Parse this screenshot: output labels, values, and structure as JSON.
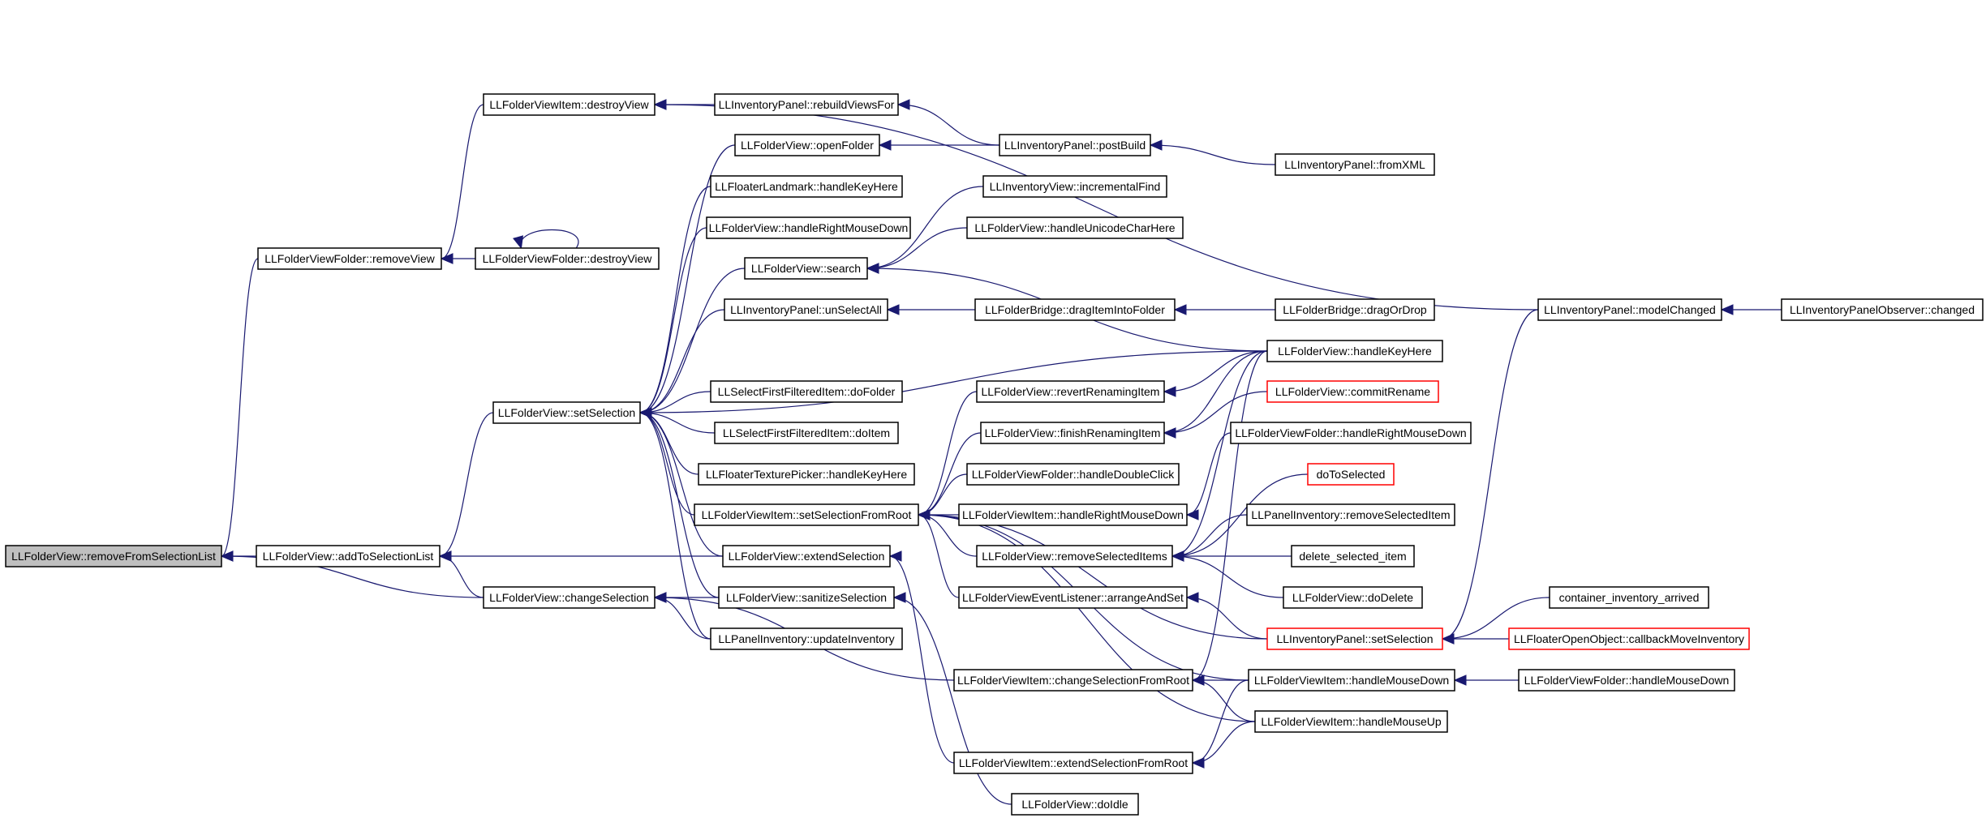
{
  "graph": {
    "nodes": [
      {
        "id": "removeFromSelectionList",
        "label": "LLFolderView::removeFromSelectionList",
        "style": "focus"
      },
      {
        "id": "removeView",
        "label": "LLFolderViewFolder::removeView"
      },
      {
        "id": "addToSelectionList",
        "label": "LLFolderView::addToSelectionList"
      },
      {
        "id": "changeSelection",
        "label": "LLFolderView::changeSelection"
      },
      {
        "id": "destroyView",
        "label": "LLFolderViewItem::destroyView"
      },
      {
        "id": "destroyViewFolder",
        "label": "LLFolderViewFolder::destroyView"
      },
      {
        "id": "setSelection",
        "label": "LLFolderView::setSelection"
      },
      {
        "id": "rebuildViewsFor",
        "label": "LLInventoryPanel::rebuildViewsFor"
      },
      {
        "id": "openFolder",
        "label": "LLFolderView::openFolder"
      },
      {
        "id": "landmarkHandleKeyHere",
        "label": "LLFloaterLandmark::handleKeyHere"
      },
      {
        "id": "fvHandleRightMouseDown",
        "label": "LLFolderView::handleRightMouseDown"
      },
      {
        "id": "search",
        "label": "LLFolderView::search"
      },
      {
        "id": "unSelectAll",
        "label": "LLInventoryPanel::unSelectAll"
      },
      {
        "id": "doFolder",
        "label": "LLSelectFirstFilteredItem::doFolder"
      },
      {
        "id": "doItem",
        "label": "LLSelectFirstFilteredItem::doItem"
      },
      {
        "id": "texturePickerHandleKeyHere",
        "label": "LLFloaterTexturePicker::handleKeyHere"
      },
      {
        "id": "setSelectionFromRoot",
        "label": "LLFolderViewItem::setSelectionFromRoot"
      },
      {
        "id": "extendSelection",
        "label": "LLFolderView::extendSelection"
      },
      {
        "id": "sanitizeSelection",
        "label": "LLFolderView::sanitizeSelection"
      },
      {
        "id": "updateInventory",
        "label": "LLPanelInventory::updateInventory"
      },
      {
        "id": "postBuild",
        "label": "LLInventoryPanel::postBuild"
      },
      {
        "id": "incrementalFind",
        "label": "LLInventoryView::incrementalFind"
      },
      {
        "id": "handleUnicodeCharHere",
        "label": "LLFolderView::handleUnicodeCharHere"
      },
      {
        "id": "dragItemIntoFolder",
        "label": "LLFolderBridge::dragItemIntoFolder"
      },
      {
        "id": "revertRenamingItem",
        "label": "LLFolderView::revertRenamingItem"
      },
      {
        "id": "finishRenamingItem",
        "label": "LLFolderView::finishRenamingItem"
      },
      {
        "id": "handleDoubleClick",
        "label": "LLFolderViewFolder::handleDoubleClick"
      },
      {
        "id": "fviHandleRightMouseDown",
        "label": "LLFolderViewItem::handleRightMouseDown"
      },
      {
        "id": "removeSelectedItems",
        "label": "LLFolderView::removeSelectedItems"
      },
      {
        "id": "arrangeAndSet",
        "label": "LLFolderViewEventListener::arrangeAndSet"
      },
      {
        "id": "changeSelectionFromRoot",
        "label": "LLFolderViewItem::changeSelectionFromRoot"
      },
      {
        "id": "extendSelectionFromRoot",
        "label": "LLFolderViewItem::extendSelectionFromRoot"
      },
      {
        "id": "doIdle",
        "label": "LLFolderView::doIdle"
      },
      {
        "id": "fromXML",
        "label": "LLInventoryPanel::fromXML"
      },
      {
        "id": "dragOrDrop",
        "label": "LLFolderBridge::dragOrDrop"
      },
      {
        "id": "handleKeyHere",
        "label": "LLFolderView::handleKeyHere"
      },
      {
        "id": "commitRename",
        "label": "LLFolderView::commitRename",
        "style": "red"
      },
      {
        "id": "fvfHandleRightMouseDown",
        "label": "LLFolderViewFolder::handleRightMouseDown"
      },
      {
        "id": "doToSelected",
        "label": "doToSelected",
        "style": "red"
      },
      {
        "id": "removeSelectedItem",
        "label": "LLPanelInventory::removeSelectedItem"
      },
      {
        "id": "deleteSelectedItem",
        "label": "delete_selected_item"
      },
      {
        "id": "doDelete",
        "label": "LLFolderView::doDelete"
      },
      {
        "id": "ipSetSelection",
        "label": "LLInventoryPanel::setSelection",
        "style": "red"
      },
      {
        "id": "handleMouseDown",
        "label": "LLFolderViewItem::handleMouseDown"
      },
      {
        "id": "handleMouseUp",
        "label": "LLFolderViewItem::handleMouseUp"
      },
      {
        "id": "modelChanged",
        "label": "LLInventoryPanel::modelChanged"
      },
      {
        "id": "containerInventoryArrived",
        "label": "container_inventory_arrived"
      },
      {
        "id": "callbackMoveInventory",
        "label": "LLFloaterOpenObject::callbackMoveInventory",
        "style": "red"
      },
      {
        "id": "fvfHandleMouseDown",
        "label": "LLFolderViewFolder::handleMouseDown"
      },
      {
        "id": "observerChanged",
        "label": "LLInventoryPanelObserver::changed"
      }
    ],
    "edges": [
      [
        "removeView",
        "removeFromSelectionList"
      ],
      [
        "addToSelectionList",
        "removeFromSelectionList"
      ],
      [
        "changeSelection",
        "removeFromSelectionList"
      ],
      [
        "destroyView",
        "removeView"
      ],
      [
        "destroyViewFolder",
        "removeView"
      ],
      [
        "destroyViewFolder",
        "destroyViewFolder"
      ],
      [
        "setSelection",
        "addToSelectionList"
      ],
      [
        "changeSelection",
        "addToSelectionList"
      ],
      [
        "extendSelection",
        "addToSelectionList"
      ],
      [
        "rebuildViewsFor",
        "destroyView"
      ],
      [
        "modelChanged",
        "destroyView"
      ],
      [
        "openFolder",
        "setSelection"
      ],
      [
        "landmarkHandleKeyHere",
        "setSelection"
      ],
      [
        "fvHandleRightMouseDown",
        "setSelection"
      ],
      [
        "search",
        "setSelection"
      ],
      [
        "unSelectAll",
        "setSelection"
      ],
      [
        "handleKeyHere",
        "setSelection"
      ],
      [
        "doFolder",
        "setSelection"
      ],
      [
        "doItem",
        "setSelection"
      ],
      [
        "texturePickerHandleKeyHere",
        "setSelection"
      ],
      [
        "setSelectionFromRoot",
        "setSelection"
      ],
      [
        "extendSelection",
        "setSelection"
      ],
      [
        "sanitizeSelection",
        "setSelection"
      ],
      [
        "updateInventory",
        "setSelection"
      ],
      [
        "sanitizeSelection",
        "changeSelection"
      ],
      [
        "updateInventory",
        "changeSelection"
      ],
      [
        "changeSelectionFromRoot",
        "changeSelection"
      ],
      [
        "postBuild",
        "rebuildViewsFor"
      ],
      [
        "postBuild",
        "openFolder"
      ],
      [
        "fromXML",
        "postBuild"
      ],
      [
        "incrementalFind",
        "search"
      ],
      [
        "handleUnicodeCharHere",
        "search"
      ],
      [
        "handleKeyHere",
        "search"
      ],
      [
        "dragItemIntoFolder",
        "unSelectAll"
      ],
      [
        "dragOrDrop",
        "dragItemIntoFolder"
      ],
      [
        "revertRenamingItem",
        "setSelectionFromRoot"
      ],
      [
        "finishRenamingItem",
        "setSelectionFromRoot"
      ],
      [
        "handleDoubleClick",
        "setSelectionFromRoot"
      ],
      [
        "fviHandleRightMouseDown",
        "setSelectionFromRoot"
      ],
      [
        "removeSelectedItems",
        "setSelectionFromRoot"
      ],
      [
        "arrangeAndSet",
        "setSelectionFromRoot"
      ],
      [
        "handleMouseDown",
        "setSelectionFromRoot"
      ],
      [
        "handleMouseUp",
        "setSelectionFromRoot"
      ],
      [
        "ipSetSelection",
        "setSelectionFromRoot"
      ],
      [
        "extendSelectionFromRoot",
        "extendSelection"
      ],
      [
        "doIdle",
        "sanitizeSelection"
      ],
      [
        "handleKeyHere",
        "revertRenamingItem"
      ],
      [
        "handleKeyHere",
        "finishRenamingItem"
      ],
      [
        "commitRename",
        "finishRenamingItem"
      ],
      [
        "fvfHandleRightMouseDown",
        "fviHandleRightMouseDown"
      ],
      [
        "doToSelected",
        "removeSelectedItems"
      ],
      [
        "removeSelectedItem",
        "removeSelectedItems"
      ],
      [
        "deleteSelectedItem",
        "removeSelectedItems"
      ],
      [
        "doDelete",
        "removeSelectedItems"
      ],
      [
        "handleKeyHere",
        "removeSelectedItems"
      ],
      [
        "ipSetSelection",
        "arrangeAndSet"
      ],
      [
        "handleMouseDown",
        "changeSelectionFromRoot"
      ],
      [
        "handleMouseUp",
        "changeSelectionFromRoot"
      ],
      [
        "handleKeyHere",
        "changeSelectionFromRoot"
      ],
      [
        "handleMouseDown",
        "extendSelectionFromRoot"
      ],
      [
        "handleMouseUp",
        "extendSelectionFromRoot"
      ],
      [
        "fvfHandleMouseDown",
        "handleMouseDown"
      ],
      [
        "modelChanged",
        "ipSetSelection"
      ],
      [
        "containerInventoryArrived",
        "ipSetSelection"
      ],
      [
        "callbackMoveInventory",
        "ipSetSelection"
      ],
      [
        "observerChanged",
        "modelChanged"
      ]
    ]
  }
}
